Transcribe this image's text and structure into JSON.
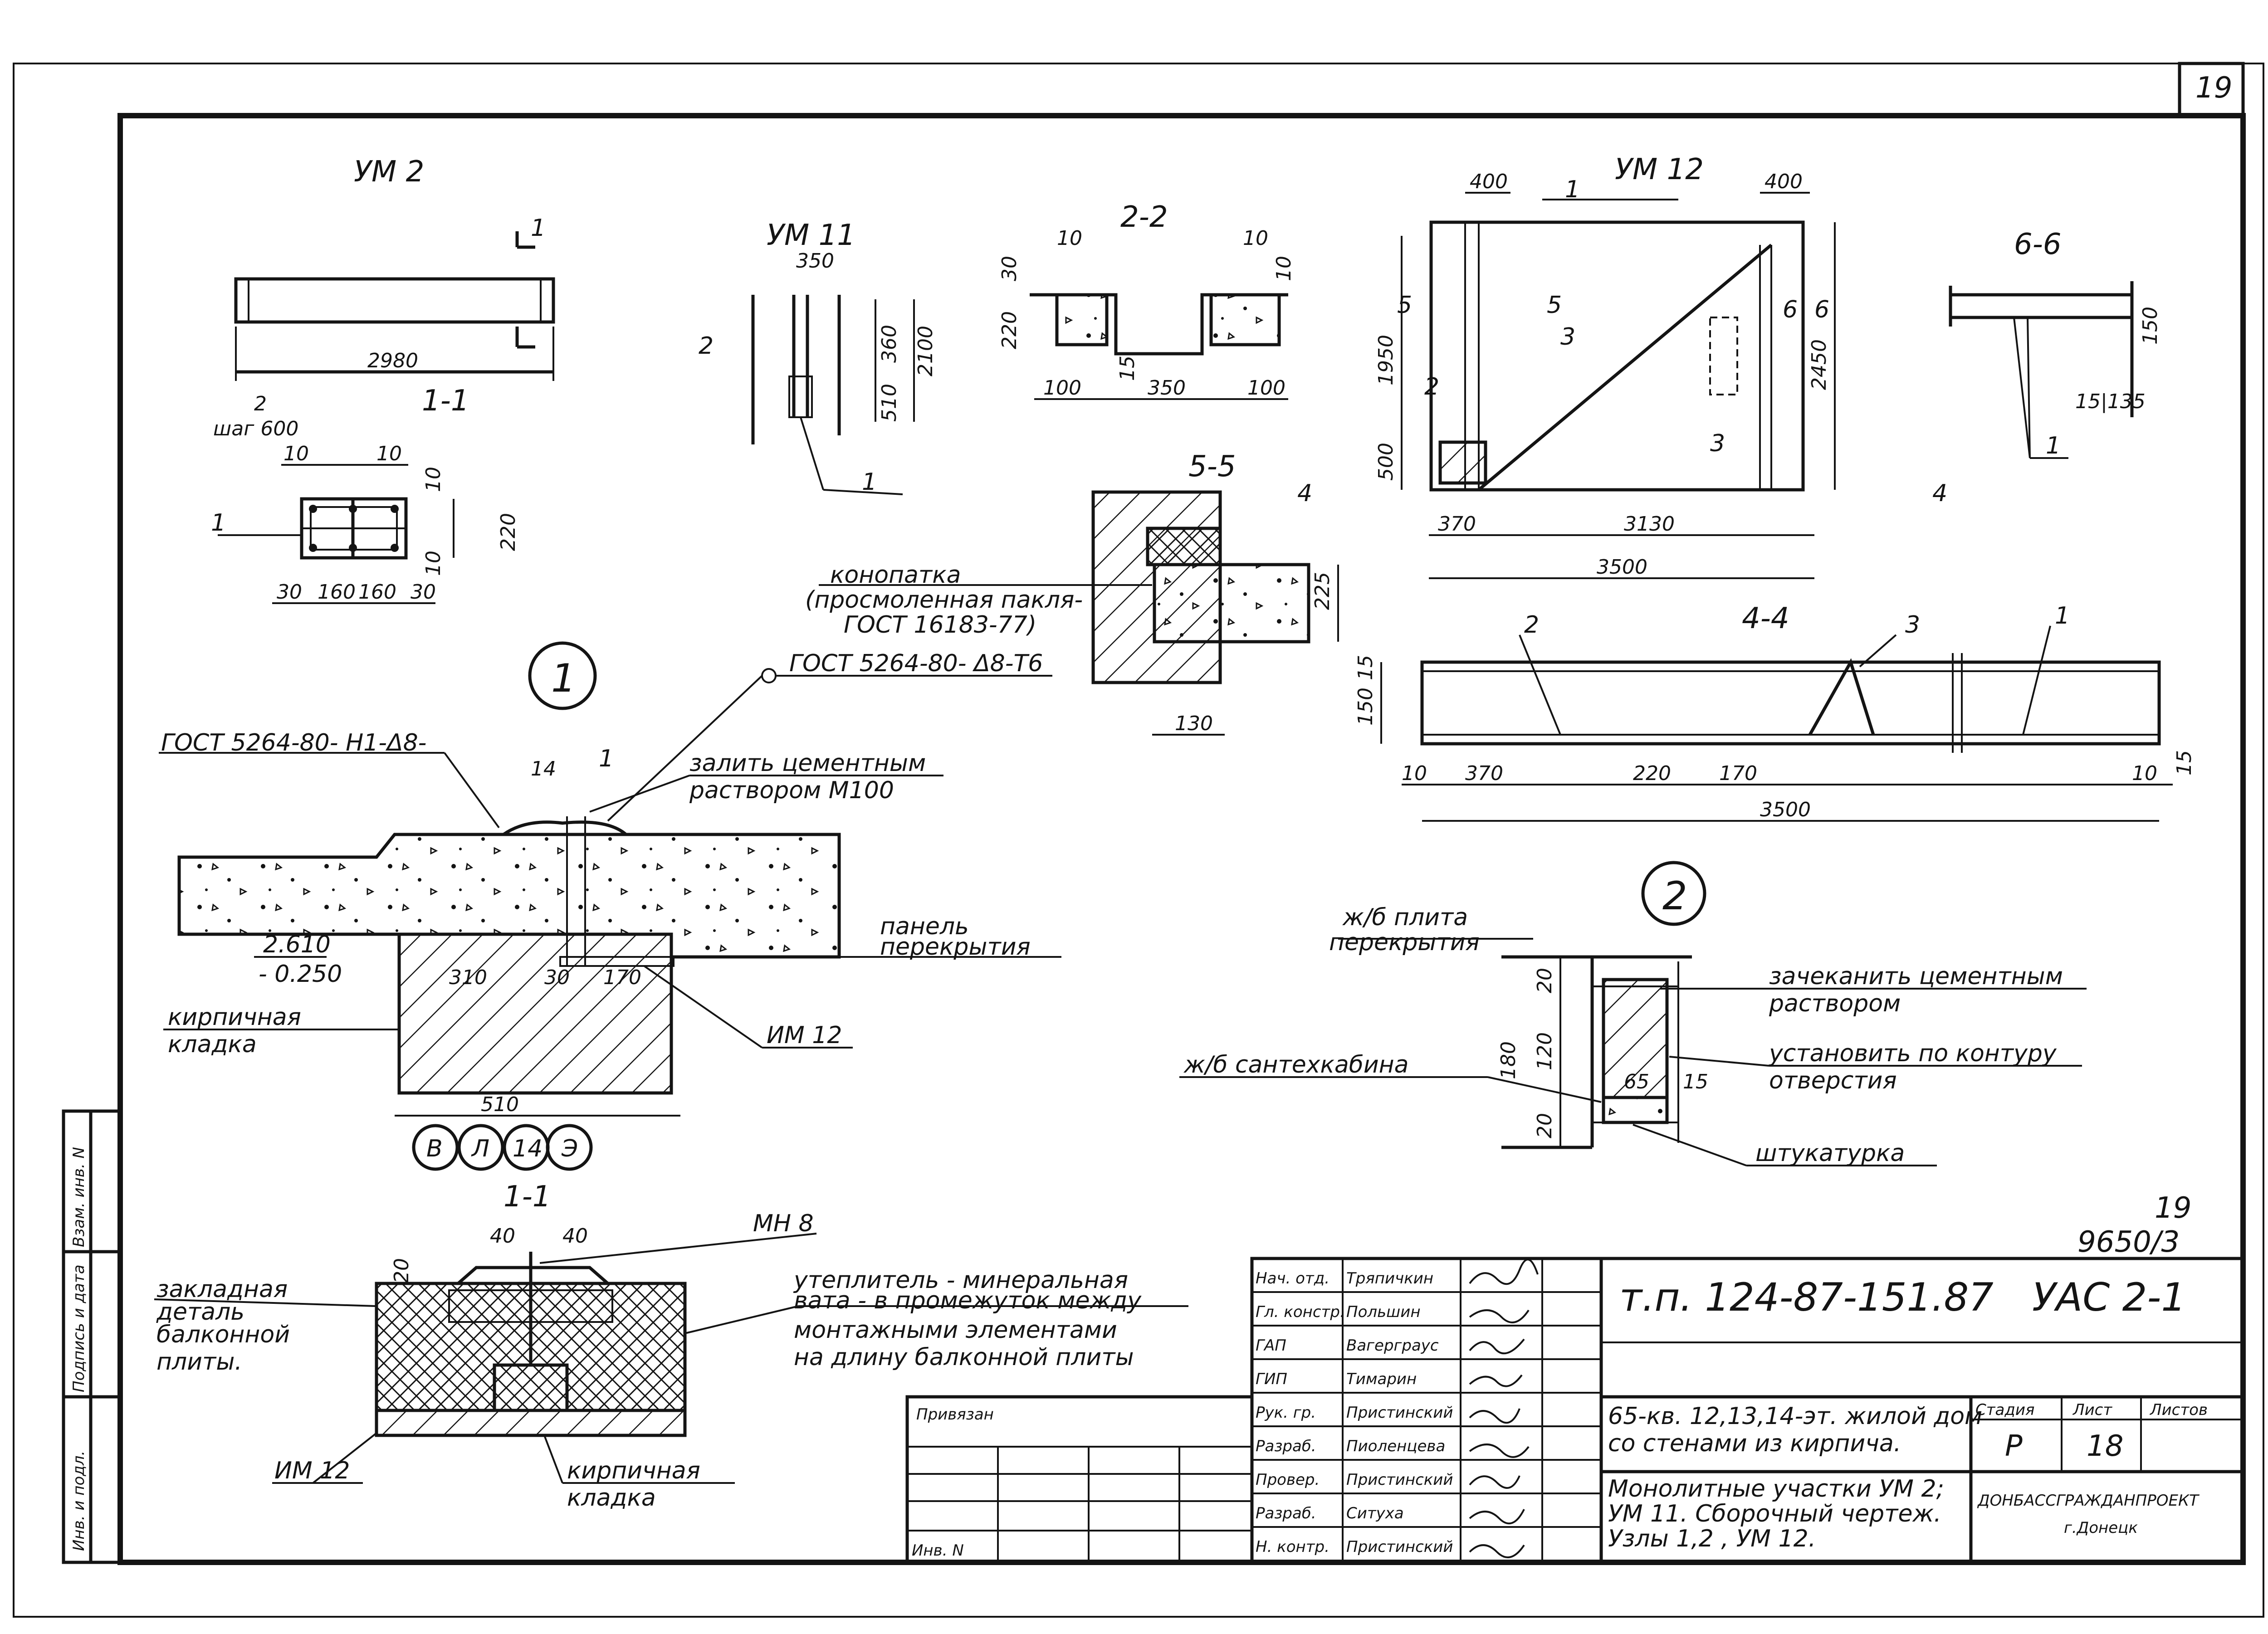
{
  "sheet": {
    "sheet_number": "19",
    "archive_number": "19",
    "archive_code": "9650/3"
  },
  "views": {
    "um2": {
      "title": "УМ 2",
      "length": "2980",
      "cut": "1-1",
      "cut_marker": "1"
    },
    "section_1_1_top": {
      "step_label": "2",
      "step": "шаг 600",
      "d10a": "10",
      "d10b": "10",
      "d10c": "10",
      "d10d": "10",
      "height": "220",
      "bot": [
        "30",
        "160",
        "160",
        "30"
      ],
      "pos": "1"
    },
    "um11": {
      "title": "УМ 11",
      "top": "350",
      "h1": "360",
      "h2": "2100",
      "h3": "510",
      "cut": "2",
      "pos": "1"
    },
    "section_2_2": {
      "title": "2-2",
      "d10a": "10",
      "d10b": "10",
      "d10c": "10",
      "d30": "30",
      "d220": "220",
      "d15": "15",
      "bot": [
        "100",
        "350",
        "100"
      ]
    },
    "um12": {
      "title": "УМ 12",
      "w400a": "400",
      "w400b": "400",
      "h1950": "1950",
      "h2450": "2450",
      "h500": "500",
      "cut5": "5",
      "cut6": "6",
      "cut4": "4",
      "pos1": "1",
      "pos2": "2",
      "pos3a": "3",
      "pos3b": "3",
      "d370": "370",
      "d3130": "3130",
      "d3500": "3500"
    },
    "section_6_6": {
      "title": "6-6",
      "h": "150",
      "b": "15|135",
      "pos": "1"
    },
    "section_5_5": {
      "title": "5-5",
      "h": "225",
      "w": "130",
      "caulk": "конопатка",
      "caulk_note": "(просмоленная пакля-",
      "caulk_gost": "ГОСТ 16183-77)"
    },
    "section_4_4": {
      "title": "4-4",
      "pos1": "1",
      "pos2": "2",
      "pos3": "3",
      "h150": "150",
      "h15": "15",
      "bot": [
        "10",
        "370",
        "220",
        "170",
        "10"
      ],
      "total": "3500",
      "r15": "15"
    },
    "node_1": {
      "number": "1",
      "gost_weld_a": "ГОСТ 5264-80- Н1-Δ8-",
      "gost_weld_b": "ГОСТ 5264-80- Δ8-Т6",
      "mortar": "залить цементным",
      "mortar2": "раствором М100",
      "d14": "14",
      "mark1": "1",
      "lvl1": "2.610",
      "lvl2": "- 0.250",
      "panel": "панель",
      "panel2": "перекрытия",
      "brick": "кирпичная",
      "brick2": "кладка",
      "im12": "ИМ 12",
      "d310": "310",
      "d30": "30",
      "d170": "170",
      "d510": "510",
      "axes": [
        "В",
        "Л",
        "14",
        "Э"
      ]
    },
    "node_2": {
      "number": "2",
      "slab": "ж/б плита",
      "slab2": "перекрытия",
      "caulk": "зачеканить цементным",
      "caulk2": "раствором",
      "install": "установить по контуру",
      "install2": "отверстия",
      "cabin": "ж/б сантехкабина",
      "plaster": "штукатурка",
      "d20a": "20",
      "d180": "180",
      "d120": "120",
      "d20b": "20",
      "d65": "65",
      "d15": "15"
    },
    "section_1_1_bottom": {
      "title": "1-1",
      "d40a": "40",
      "d40b": "40",
      "d20": "20",
      "mh": "МН 8",
      "embedded": "закладная",
      "embedded2": "деталь",
      "embedded3": "балконной",
      "embedded4": "плиты.",
      "insul": "утеплитель - минеральная",
      "insul2": "вата - в промежуток между",
      "insul3": "монтажными элементами",
      "insul4": "на длину балконной плиты",
      "im12": "ИМ 12",
      "brick": "кирпичная",
      "brick2": "кладка"
    }
  },
  "side_stamp": [
    "Инв. и подл.",
    "Подпись и дата",
    "Взам. инв. N"
  ],
  "title_block": {
    "bound": "Привязан",
    "inv": "Инв. N",
    "roles": [
      {
        "role": "Нач. отд.",
        "name": "Тряпичкин"
      },
      {
        "role": "Гл. констр.",
        "name": "Польшин"
      },
      {
        "role": "ГАП",
        "name": "Вагерграус"
      },
      {
        "role": "ГИП",
        "name": "Тимарин"
      },
      {
        "role": "Рук. гр.",
        "name": "Пристинский"
      },
      {
        "role": "Разраб.",
        "name": "Пиоленцева"
      },
      {
        "role": "Провер.",
        "name": "Пристинский"
      },
      {
        "role": "Разраб.",
        "name": "Ситуха"
      },
      {
        "role": "Н. контр.",
        "name": "Пристинский"
      }
    ],
    "doc_number": "т.п. 124-87-151.87",
    "doc_code": "УАС 2-1",
    "building": "65-кв. 12,13,14-эт. жилой дом",
    "building2": "со стенами из кирпича.",
    "stage_h": "Стадия",
    "sheet_h": "Лист",
    "sheets_h": "Листов",
    "stage": "Р",
    "sheet": "18",
    "sheets": "",
    "desc": "Монолитные участки УМ 2;",
    "desc2": "УМ 11. Сборочный чертеж.",
    "desc3": "Узлы 1,2 , УМ 12.",
    "org": "ДОНБАССГРАЖДАНПРОЕКТ",
    "city": "г.Донецк"
  }
}
